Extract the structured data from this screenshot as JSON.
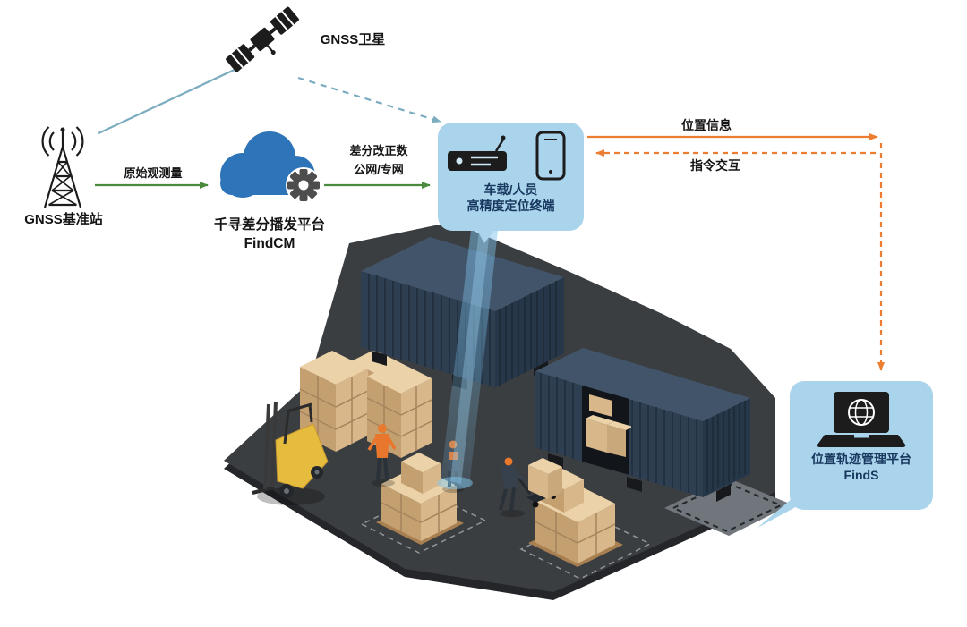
{
  "nodes": {
    "satellite": {
      "label": "GNSS卫星"
    },
    "base_station": {
      "label": "GNSS基准站"
    },
    "cloud_platform": {
      "name": "千寻差分播发平台",
      "product": "FindCM"
    },
    "terminal": {
      "line1": "车载/人员",
      "line2": "高精度定位终端"
    },
    "management_platform": {
      "name": "位置轨迹管理平台",
      "product": "FindS"
    }
  },
  "edges": {
    "raw_observation": {
      "label": "原始观测量"
    },
    "correction": {
      "line1": "差分改正数",
      "line2": "公网/专网"
    },
    "position_info": {
      "label": "位置信息"
    },
    "command_interaction": {
      "label": "指令交互"
    }
  },
  "icons": {
    "satellite": "satellite-icon",
    "base_station": "radio-tower-icon",
    "cloud": "cloud-icon",
    "gear": "gear-icon",
    "terminal_receiver": "vehicle-terminal-icon",
    "terminal_phone": "smartphone-icon",
    "management": "laptop-globe-icon"
  },
  "colors": {
    "bubble": "#a9d4ec",
    "cloud-blue": "#2e74b8",
    "green-arrow": "#4a8a3c",
    "orange-arrow": "#ed7d31",
    "teal-line": "#7cacc0",
    "dark-icon": "#1c1c1c",
    "label-dark": "#17375e",
    "platform-gray": "#3b3e41",
    "container-navy": "#2e3f52",
    "box-tan": "#d8b88a",
    "forklift-yellow": "#e6bc3e",
    "beam-blue": "#7cc0e8"
  }
}
